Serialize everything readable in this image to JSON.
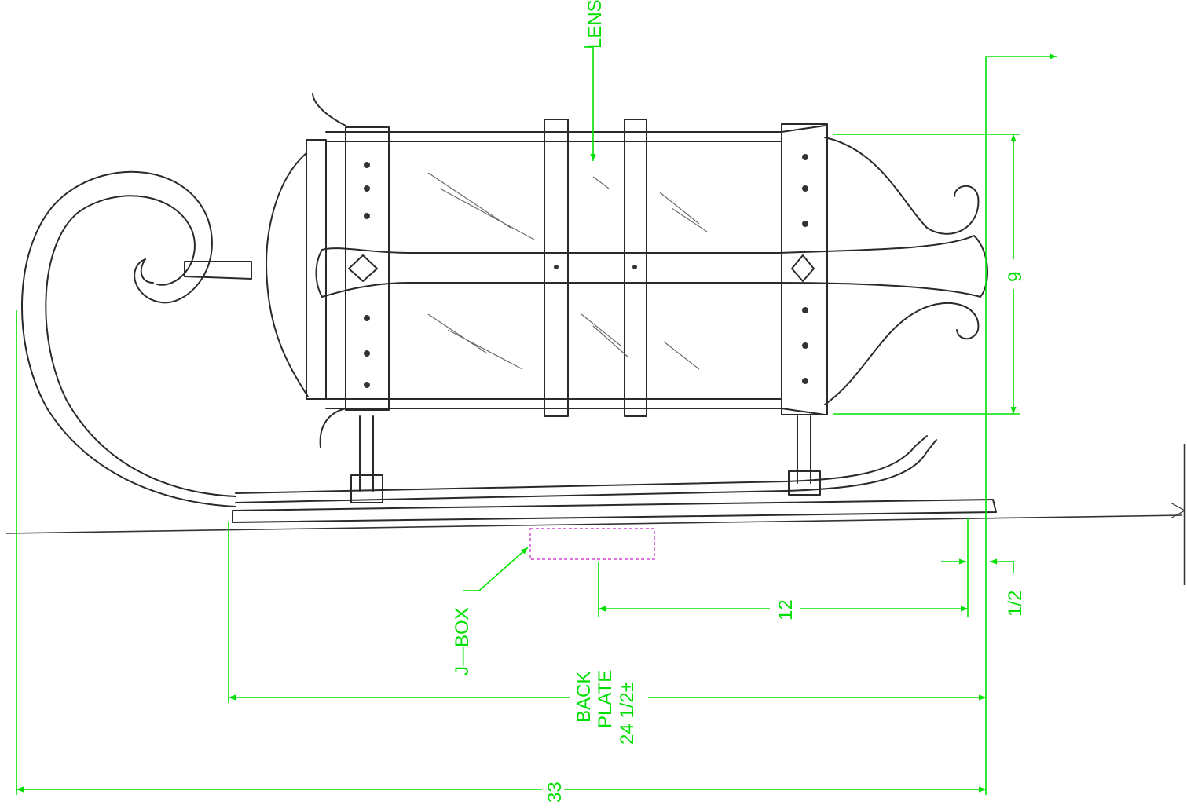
{
  "colors": {
    "dimension": "#00e000",
    "jbox": "#d040d0",
    "sketch": "#2a2a2a"
  },
  "labels": {
    "lens": "LENS",
    "height": "9",
    "jbox": "J—BOX",
    "offset_12": "12",
    "offset_half": "1/2",
    "backplate_line1": "BACK",
    "backplate_line2": "PLATE",
    "backplate_line3": "24  1/2±",
    "overall": "33"
  }
}
